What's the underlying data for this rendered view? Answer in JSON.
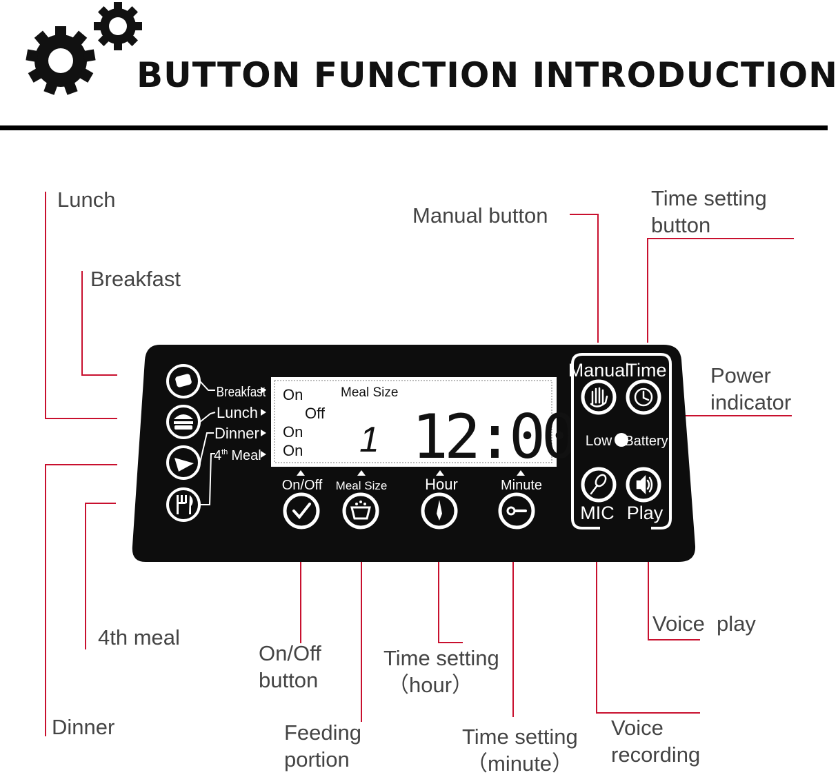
{
  "title": "BUTTON FUNCTION INTRODUCTION",
  "annotations": {
    "lunch": "Lunch",
    "breakfast": "Breakfast",
    "fourth_meal": "4th meal",
    "dinner": "Dinner",
    "manual_button": "Manual button",
    "time_setting_button": [
      "Time setting",
      "button"
    ],
    "power_indicator": [
      "Power",
      "indicator"
    ],
    "onoff_button": [
      "On/Off",
      "button"
    ],
    "feeding_portion": [
      "Feeding",
      "portion"
    ],
    "time_hour": [
      "Time setting",
      "（hour）"
    ],
    "time_minute": [
      "Time setting",
      "（minute）"
    ],
    "voice_play": "Voice  play",
    "voice_recording": [
      "Voice",
      "recording"
    ]
  },
  "panel": {
    "meal_labels": [
      "Breakfast",
      "Lunch",
      "Dinner",
      "Meal"
    ],
    "fourth_prefix": "4",
    "fourth_sup": "th",
    "display": {
      "status": [
        "On",
        "Off",
        "On",
        "On"
      ],
      "meal_size_label": "Meal Size",
      "meal_size_value": "1",
      "time": "12:00"
    },
    "bottom_buttons": [
      "On/Off",
      "Meal Size",
      "Hour",
      "Minute"
    ],
    "right_buttons": {
      "manual": "Manual",
      "time": "Time",
      "mic": "MIC",
      "play": "Play"
    },
    "battery": {
      "low": "Low",
      "battery": "Battery"
    }
  },
  "colors": {
    "panel": "#0d0d0d",
    "callout_line": "#c8102e",
    "text": "#444444"
  }
}
